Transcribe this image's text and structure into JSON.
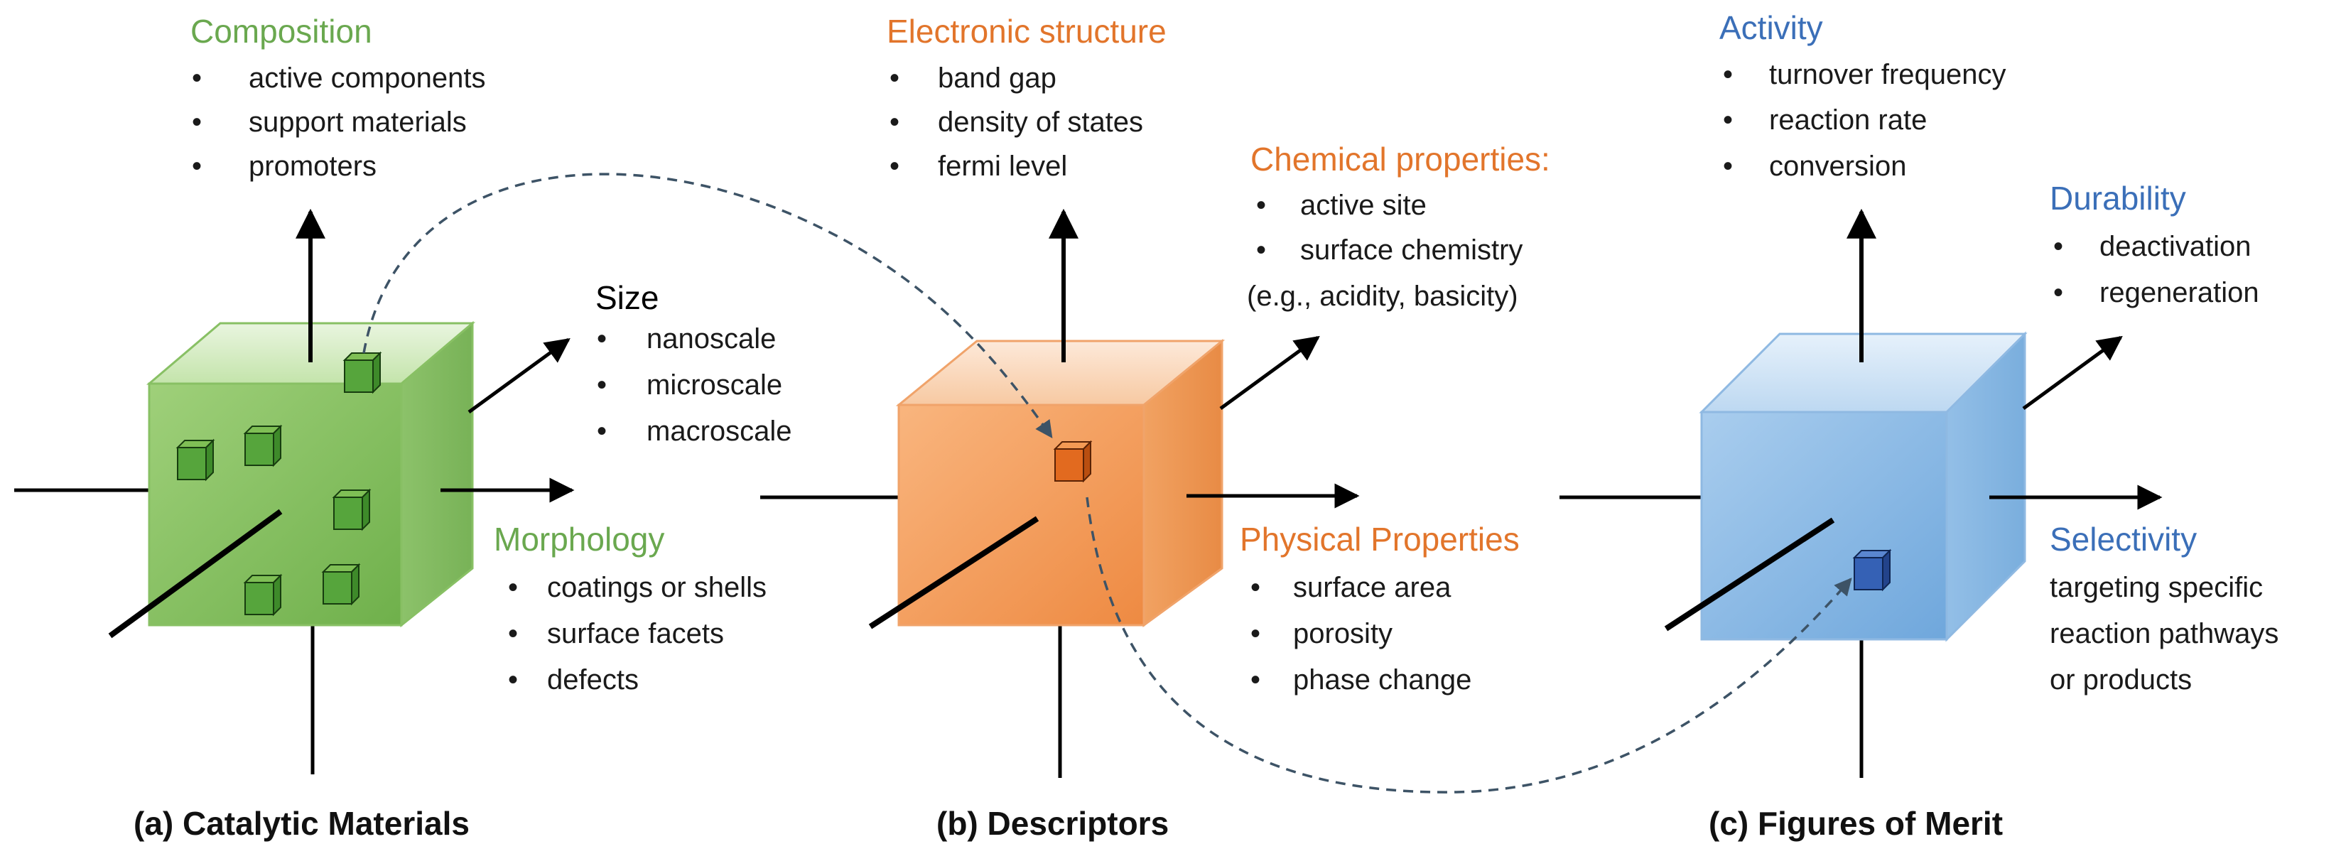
{
  "colors": {
    "green": "#6aa84f",
    "orange": "#e2752b",
    "blue": "#3b6fb8",
    "axis": "#000000"
  },
  "panels": [
    {
      "id": "a",
      "caption": "(a) Catalytic Materials",
      "cube_color": "green",
      "groups": [
        {
          "heading": "Composition",
          "color": "green",
          "items": [
            "active components",
            "support materials",
            "promoters"
          ]
        },
        {
          "heading": "Size",
          "color": "black",
          "items": [
            "nanoscale",
            "microscale",
            "macroscale"
          ]
        },
        {
          "heading": "Morphology",
          "color": "green",
          "items": [
            "coatings or shells",
            "surface facets",
            "defects"
          ]
        }
      ]
    },
    {
      "id": "b",
      "caption": "(b) Descriptors",
      "cube_color": "orange",
      "groups": [
        {
          "heading": "Electronic structure",
          "color": "orange",
          "items": [
            "band gap",
            "density of states",
            "fermi level"
          ]
        },
        {
          "heading": "Chemical properties:",
          "color": "orange",
          "items": [
            "active site",
            "surface chemistry"
          ],
          "note": "(e.g., acidity, basicity)"
        },
        {
          "heading": "Physical Properties",
          "color": "orange",
          "items": [
            "surface area",
            "porosity",
            "phase change"
          ]
        }
      ]
    },
    {
      "id": "c",
      "caption": "(c) Figures of Merit",
      "cube_color": "blue",
      "groups": [
        {
          "heading": "Activity",
          "color": "blue",
          "items": [
            "turnover frequency",
            "reaction rate",
            "conversion"
          ]
        },
        {
          "heading": "Durability",
          "color": "blue",
          "items": [
            "deactivation",
            "regeneration"
          ]
        },
        {
          "heading": "Selectivity",
          "color": "blue",
          "lines": [
            "targeting specific",
            "reaction pathways",
            "or products"
          ]
        }
      ]
    }
  ]
}
